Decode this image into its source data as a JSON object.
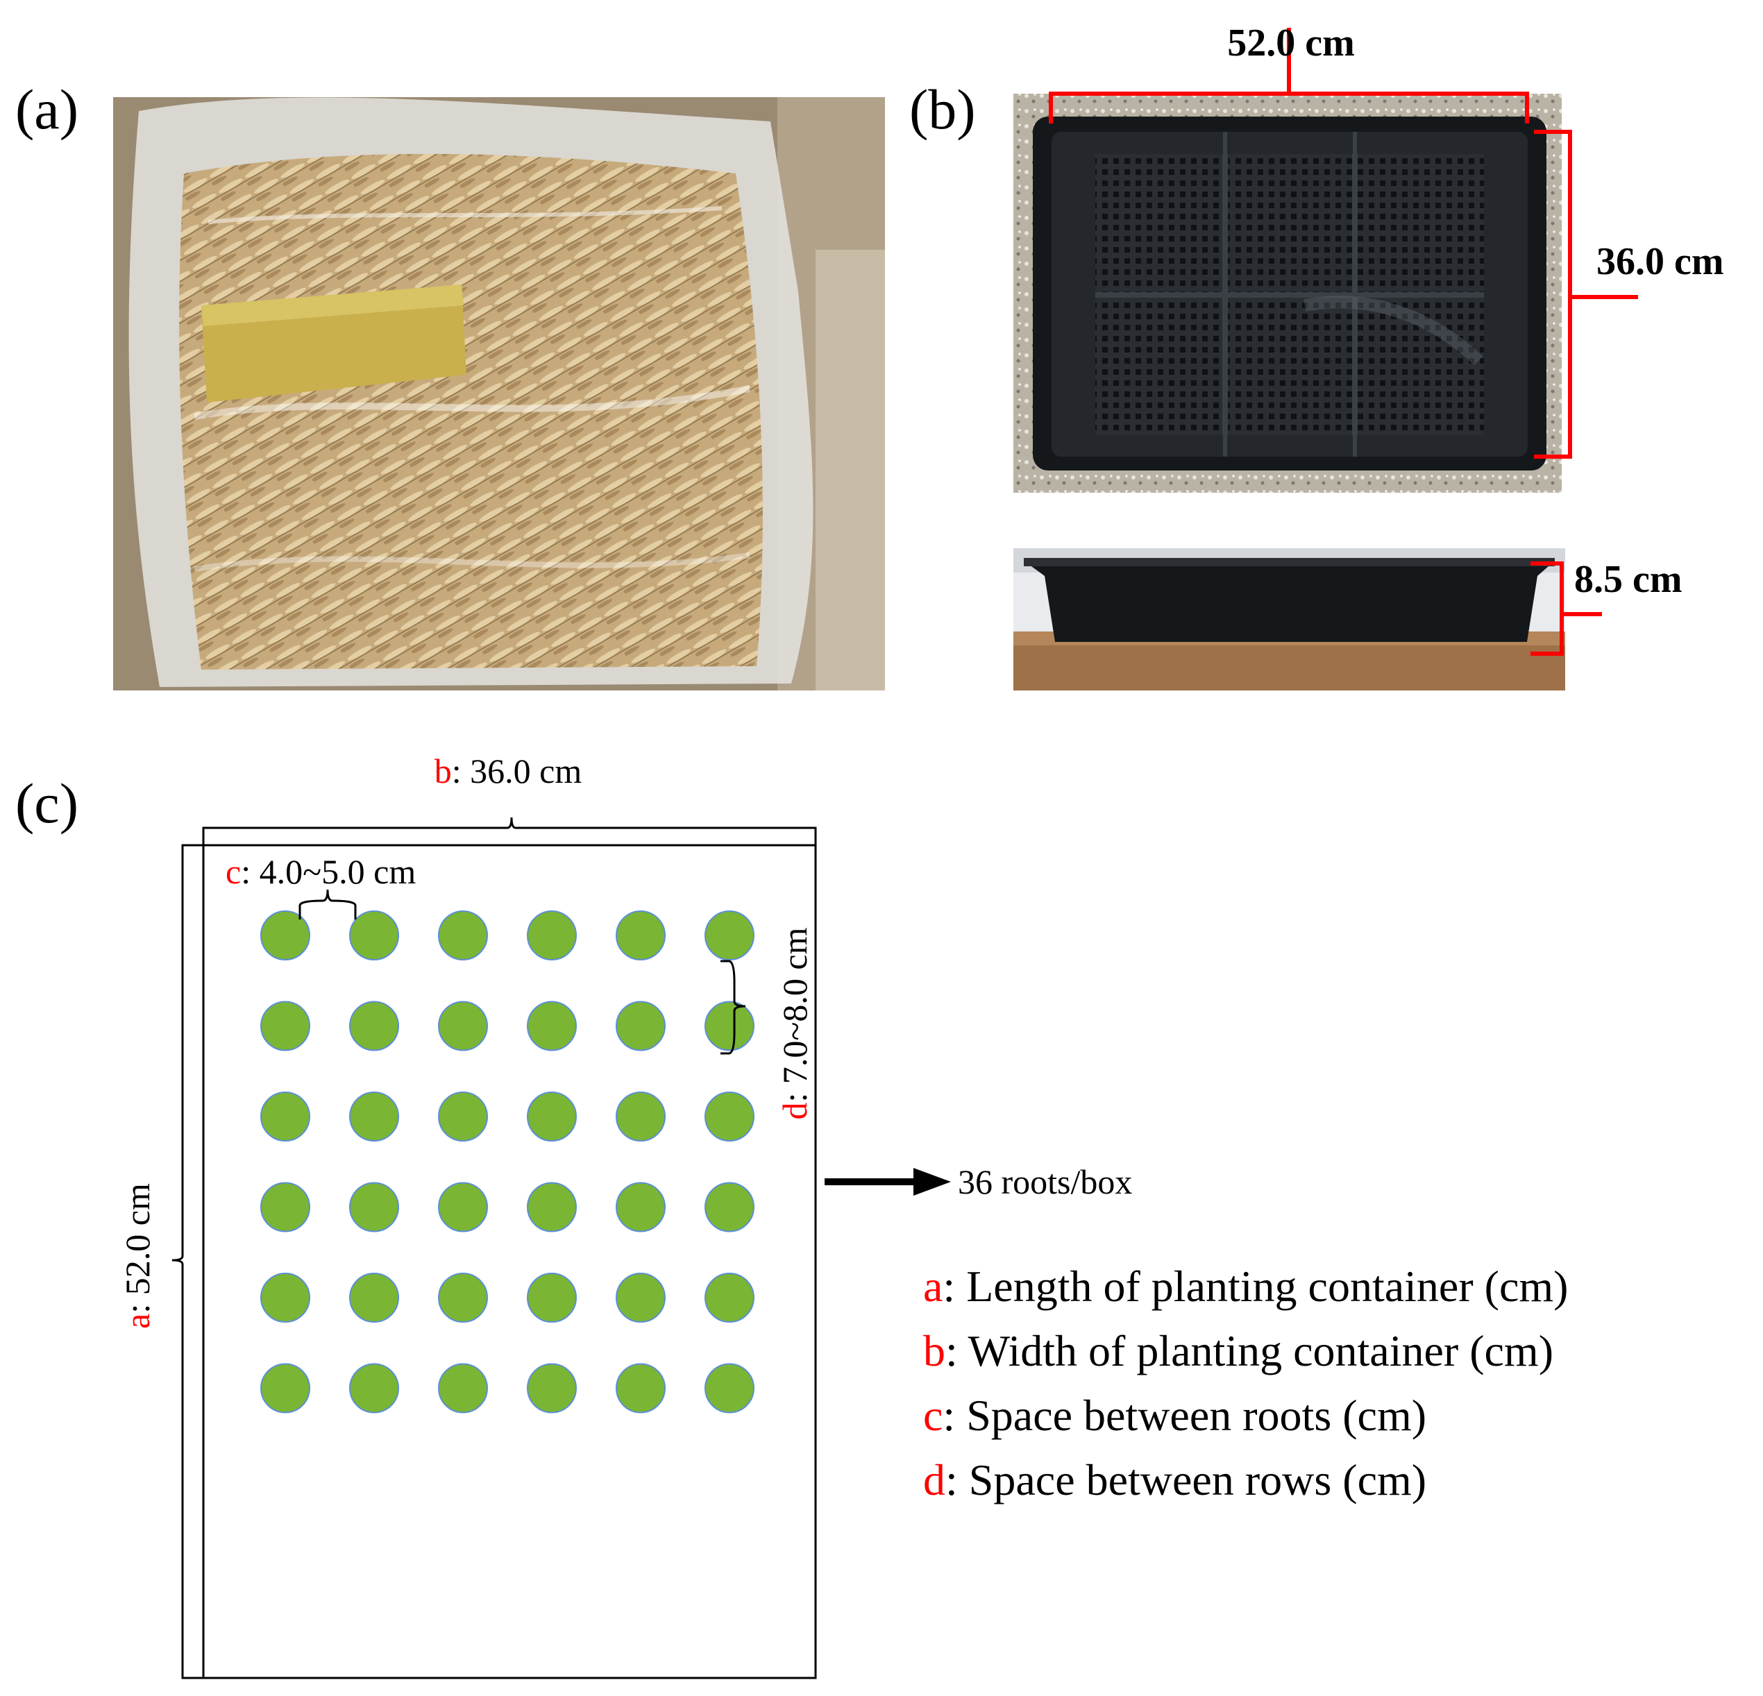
{
  "panels": {
    "a": {
      "label": "(a)"
    },
    "b": {
      "label": "(b)",
      "width_dim": "52.0 cm",
      "depth_dim": "36.0 cm",
      "height_dim": "8.5 cm"
    },
    "c": {
      "label": "(c)"
    }
  },
  "diagram": {
    "b_key": "b",
    "b_value": ": 36.0 cm",
    "a_key": "a",
    "a_value": ": 52.0 cm",
    "c_key": "c",
    "c_value": ": 4.0~5.0 cm",
    "d_key": "d",
    "d_value": ": 7.0~8.0 cm",
    "arrow_label": "36 roots/box",
    "grid": {
      "rows": 6,
      "cols": 6
    },
    "root_color": "#7ab534",
    "root_edge_color": "#5b8fd6"
  },
  "legend": [
    {
      "key": "a",
      "text": ": Length of planting container (cm)"
    },
    {
      "key": "b",
      "text": ": Width of planting container (cm)"
    },
    {
      "key": "c",
      "text": ": Space between roots (cm)"
    },
    {
      "key": "d",
      "text": ": Space between rows (cm)"
    }
  ],
  "colors": {
    "accent_red": "#ff0000",
    "tray_black": "#1b1e22"
  }
}
